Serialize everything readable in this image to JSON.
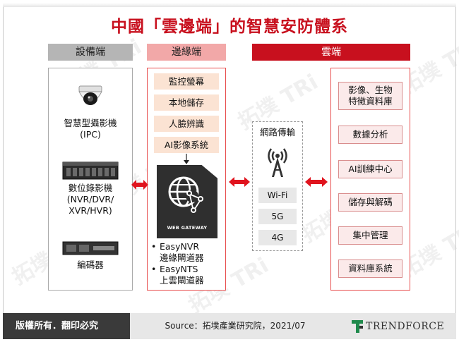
{
  "title": "中國「雲邊端」的智慧安防體系",
  "watermark_text": "拓墣 TRi",
  "columns": {
    "device": "設備端",
    "edge": "邊緣端",
    "cloud": "雲端"
  },
  "device_items": [
    {
      "label": "智慧型攝影機\n(IPC)",
      "icon": "dome-camera-icon"
    },
    {
      "label": "數位錄影機\n(NVR/DVR/\nXVR/HVR)",
      "icon": "rack-recorder-icon"
    },
    {
      "label": "編碼器",
      "icon": "encoder-icon"
    }
  ],
  "edge_items": [
    "監控螢幕",
    "本地儲存",
    "人臉辨識",
    "AI影像系統"
  ],
  "gateway": {
    "label": "WEB GATEWAY",
    "icon": "web-gateway-icon"
  },
  "edge_bullets": [
    "EasyNVR\n邊緣閘道器",
    "EasyNTS\n上雲閘道器"
  ],
  "network": {
    "title": "網路傳輸",
    "icon": "antenna-icon",
    "items": [
      "Wi-Fi",
      "5G",
      "4G"
    ]
  },
  "cloud_items": [
    "影像、生物\n特徵資料庫",
    "數據分析",
    "AI訓練中心",
    "儲存與解碼",
    "集中管理",
    "資料庫系統"
  ],
  "footer": {
    "copyright": "版權所有．翻印必究",
    "source": "Source：拓墣產業研究院，2021/07",
    "brand": "TRENDFORCE"
  },
  "colors": {
    "accent": "#c8101e",
    "edge_fill": "#fbe3d3",
    "cloud_fill": "#fbeaea"
  }
}
